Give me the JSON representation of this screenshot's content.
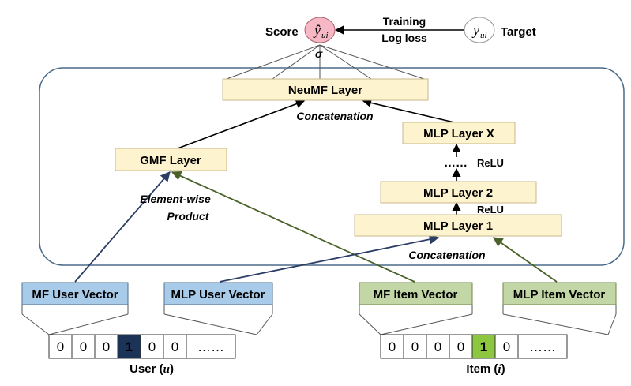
{
  "colors": {
    "layer_fill": "#fdf3cf",
    "layer_stroke": "#c9b98a",
    "blue_fill": "#a9cbea",
    "blue_stroke": "#4f6f8f",
    "green_fill": "#c3d6a6",
    "green_stroke": "#6c8a47",
    "score_fill": "#f6b8c4",
    "user_highlight": "#1c3358",
    "item_highlight": "#8dc63f",
    "frame_stroke": "#4a6a8a",
    "blue_arrow": "#2c3e66",
    "green_arrow": "#4a6128"
  },
  "top": {
    "score_label": "Score",
    "score_symbol": "ŷ",
    "score_sub": "ui",
    "sigma": "σ",
    "training": "Training",
    "log_loss": "Log loss",
    "target_symbol": "y",
    "target_sub": "ui",
    "target_label": "Target"
  },
  "layers": {
    "neumf": "NeuMF Layer",
    "gmf": "GMF Layer",
    "mlp_x": "MLP Layer X",
    "mlp_2": "MLP Layer 2",
    "mlp_1": "MLP Layer 1",
    "dots": "……"
  },
  "labels": {
    "concat_top": "Concatenation",
    "concat_bottom": "Concatenation",
    "element_wise_1": "Element-wise",
    "element_wise_2": "Product",
    "relu_top": "ReLU",
    "relu_bottom": "ReLU"
  },
  "vectors": {
    "mf_user": "MF User Vector",
    "mlp_user": "MLP User Vector",
    "mf_item": "MF Item Vector",
    "mlp_item": "MLP Item Vector"
  },
  "user": {
    "cells": [
      "0",
      "0",
      "0",
      "1",
      "0",
      "0",
      "……"
    ],
    "highlight_index": 3,
    "caption_prefix": "User (",
    "caption_var": "u",
    "caption_suffix": ")"
  },
  "item": {
    "cells": [
      "0",
      "0",
      "0",
      "0",
      "1",
      "0",
      "……"
    ],
    "highlight_index": 4,
    "caption_prefix": "Item (",
    "caption_var": "i",
    "caption_suffix": ")"
  }
}
